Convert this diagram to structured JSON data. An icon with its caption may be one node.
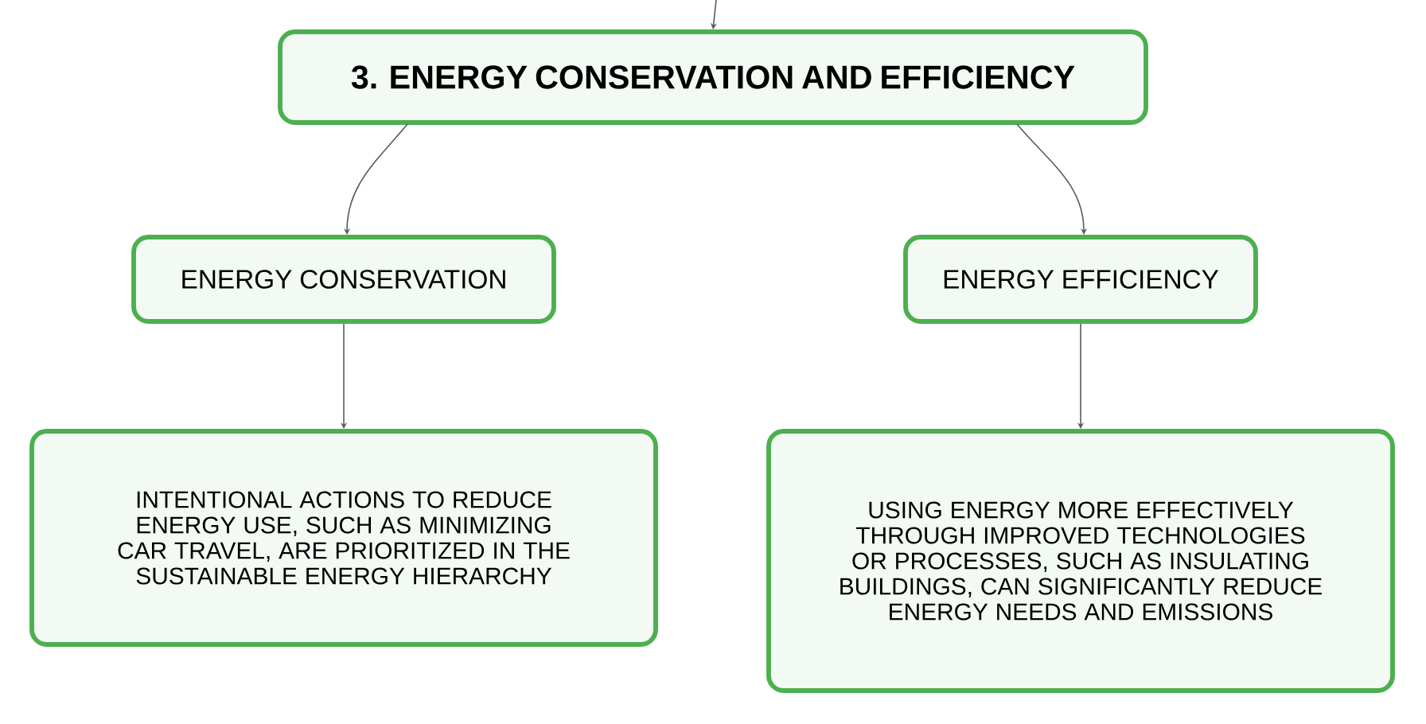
{
  "diagram": {
    "nodes": [
      {
        "text": [
          "3. ENERGY CONSERVATION AND EFFICIENCY"
        ]
      },
      {
        "text": [
          "ENERGY CONSERVATION"
        ]
      },
      {
        "text": [
          "ENERGY EFFICIENCY"
        ]
      },
      {
        "text": [
          "INTENTIONAL ACTIONS TO REDUCE ENERGY USE, SUCH AS MINIMIZING CAR TRAVEL, ARE PRIORITIZED IN THE SUSTAINABLE ENERGY HIERARCHY"
        ]
      },
      {
        "text": [
          "USING ENERGY MORE EFFECTIVELY THROUGH IMPROVED TECHNOLOGIES OR PROCESSES, SUCH AS INSULATING BUILDINGS, CAN SIGNIFICANTLY REDUCE ENERGY NEEDS AND EMISSIONS"
        ]
      }
    ],
    "edges": [
      {
        "from": null,
        "to": 0,
        "arrow": "to"
      },
      {
        "from": 0,
        "to": 1,
        "arrow": "to"
      },
      {
        "from": 0,
        "to": 2,
        "arrow": "to"
      },
      {
        "from": 1,
        "to": 3,
        "arrow": "to"
      },
      {
        "from": 2,
        "to": 4,
        "arrow": "to"
      }
    ]
  }
}
